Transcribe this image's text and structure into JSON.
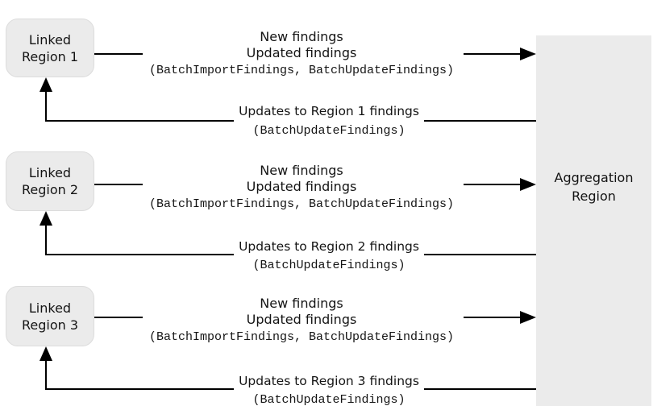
{
  "diagram": {
    "aggregation_region": {
      "line1": "Aggregation",
      "line2": "Region"
    },
    "rows": [
      {
        "region": {
          "line1": "Linked",
          "line2": "Region 1"
        },
        "forward": {
          "line1": "New findings",
          "line2": "Updated findings",
          "api": "(BatchImportFindings, BatchUpdateFindings)"
        },
        "back": {
          "label": "Updates to Region 1 findings",
          "api": "(BatchUpdateFindings)"
        }
      },
      {
        "region": {
          "line1": "Linked",
          "line2": "Region 2"
        },
        "forward": {
          "line1": "New findings",
          "line2": "Updated findings",
          "api": "(BatchImportFindings, BatchUpdateFindings)"
        },
        "back": {
          "label": "Updates to Region 2 findings",
          "api": "(BatchUpdateFindings)"
        }
      },
      {
        "region": {
          "line1": "Linked",
          "line2": "Region 3"
        },
        "forward": {
          "line1": "New findings",
          "line2": "Updated findings",
          "api": "(BatchImportFindings, BatchUpdateFindings)"
        },
        "back": {
          "label": "Updates to Region 3 findings",
          "api": "(BatchUpdateFindings)"
        }
      }
    ],
    "colors": {
      "region_fill": "#ebebeb",
      "aggregation_fill": "#ebebeb",
      "line": "#000000",
      "text": "#141414"
    }
  }
}
